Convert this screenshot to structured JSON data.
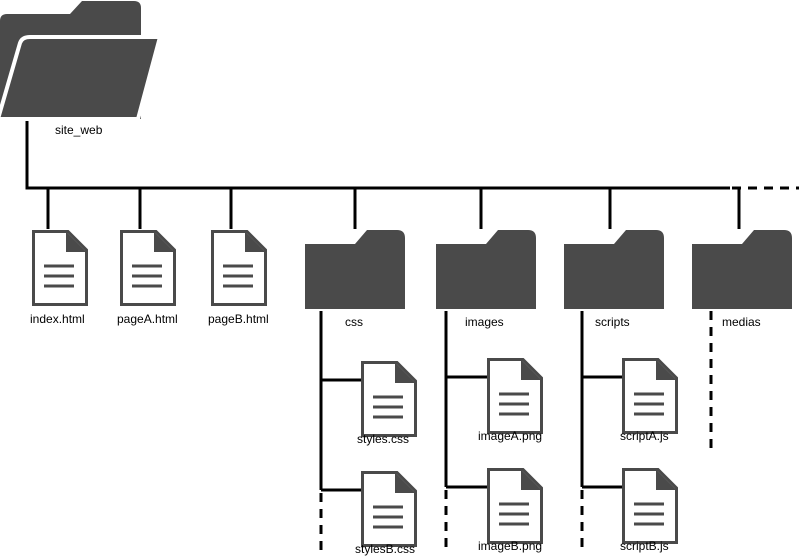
{
  "root": {
    "label": "site_web",
    "icon": "folder-open-icon"
  },
  "files": [
    {
      "label": "index.html",
      "icon": "file-icon"
    },
    {
      "label": "pageA.html",
      "icon": "file-icon"
    },
    {
      "label": "pageB.html",
      "icon": "file-icon"
    }
  ],
  "folders": {
    "css": {
      "label": "css",
      "icon": "folder-icon",
      "children": [
        {
          "label": "styles.css",
          "icon": "file-icon"
        },
        {
          "label": "stylesB.css",
          "icon": "file-icon"
        }
      ]
    },
    "images": {
      "label": "images",
      "icon": "folder-icon",
      "children": [
        {
          "label": "imageA.png",
          "icon": "file-icon"
        },
        {
          "label": "imageB.png",
          "icon": "file-icon"
        }
      ]
    },
    "scripts": {
      "label": "scripts",
      "icon": "folder-icon",
      "children": [
        {
          "label": "scriptA.js",
          "icon": "file-icon"
        },
        {
          "label": "scriptB.js",
          "icon": "file-icon"
        }
      ]
    },
    "medias": {
      "label": "medias",
      "icon": "folder-icon",
      "children": []
    }
  },
  "colors": {
    "icon_fill": "#4a4a4a",
    "line": "#000000",
    "background": "#ffffff"
  }
}
